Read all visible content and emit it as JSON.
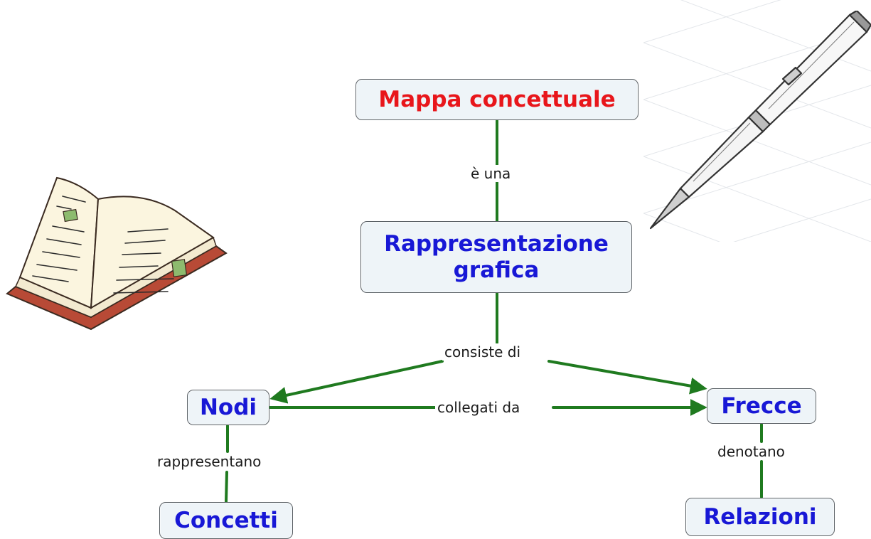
{
  "nodes": {
    "root": "Mappa concettuale",
    "graphic": "Rappresentazione grafica",
    "nodi": "Nodi",
    "frecce": "Frecce",
    "concetti": "Concetti",
    "relazioni": "Relazioni"
  },
  "links": {
    "e_una": "è una",
    "consiste_di": "consiste di",
    "collegati_da": "collegati da",
    "rappresentano": "rappresentano",
    "denotano": "denotano"
  },
  "colors": {
    "connector": "#1f7a1f",
    "root_text": "#e8161b",
    "node_text": "#1818d6",
    "node_fill": "#eef4f8"
  },
  "illustrations": [
    "open-book",
    "fountain-pen"
  ]
}
